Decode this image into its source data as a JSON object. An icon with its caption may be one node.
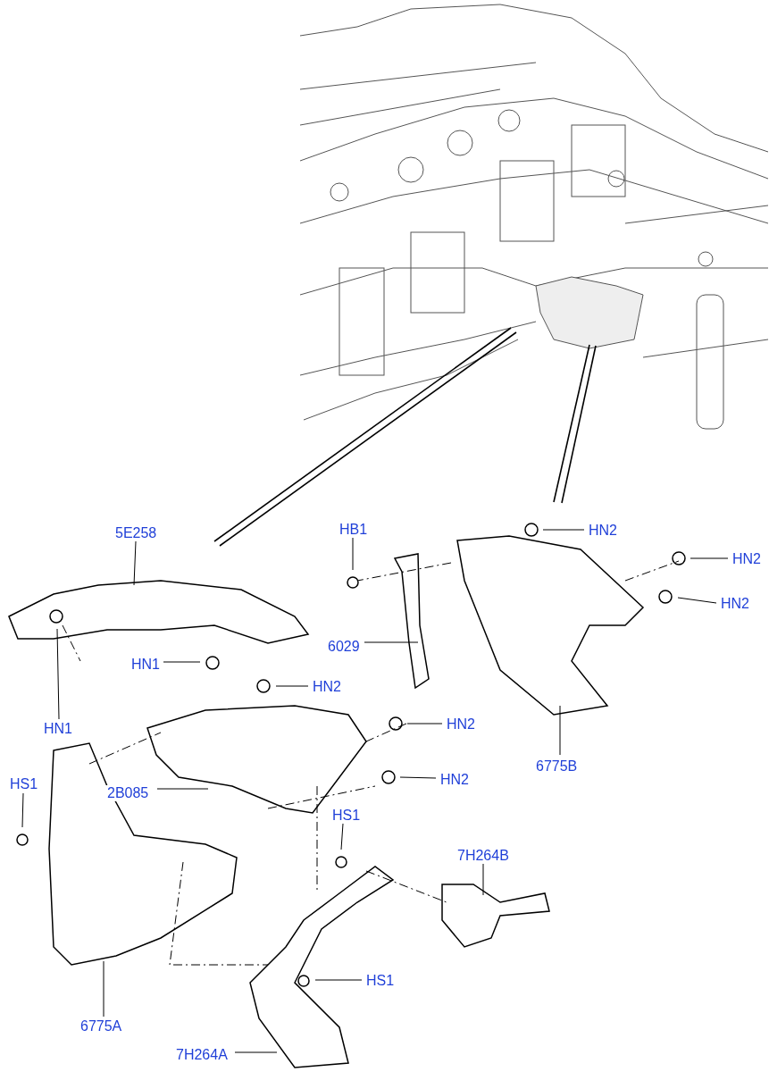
{
  "diagram": {
    "nodes": [
      {
        "text": [
          "5E258"
        ]
      },
      {
        "text": [
          "HB1"
        ]
      },
      {
        "text": [
          "HN2"
        ]
      },
      {
        "text": [
          "HN2"
        ]
      },
      {
        "text": [
          "HN2"
        ]
      },
      {
        "text": [
          "6029"
        ]
      },
      {
        "text": [
          "HN1"
        ]
      },
      {
        "text": [
          "HN1"
        ]
      },
      {
        "text": [
          "HN2"
        ]
      },
      {
        "text": [
          "HN2"
        ]
      },
      {
        "text": [
          "2B085"
        ]
      },
      {
        "text": [
          "HN2"
        ]
      },
      {
        "text": [
          "6775B"
        ]
      },
      {
        "text": [
          "HS1"
        ]
      },
      {
        "text": [
          "HS1"
        ]
      },
      {
        "text": [
          "7H264B"
        ]
      },
      {
        "text": [
          "HS1"
        ]
      },
      {
        "text": [
          "6775A"
        ]
      },
      {
        "text": [
          "7H264A"
        ]
      }
    ],
    "edges": [
      {
        "from": 0,
        "to": null,
        "arrow": "none"
      },
      {
        "from": 1,
        "to": null,
        "arrow": "none"
      },
      {
        "from": 2,
        "to": null,
        "arrow": "none"
      },
      {
        "from": 3,
        "to": null,
        "arrow": "none"
      },
      {
        "from": 4,
        "to": null,
        "arrow": "none"
      },
      {
        "from": 5,
        "to": null,
        "arrow": "none"
      },
      {
        "from": 6,
        "to": null,
        "arrow": "none"
      },
      {
        "from": 7,
        "to": null,
        "arrow": "none"
      },
      {
        "from": 8,
        "to": null,
        "arrow": "none"
      },
      {
        "from": 9,
        "to": null,
        "arrow": "none"
      },
      {
        "from": 10,
        "to": null,
        "arrow": "none"
      },
      {
        "from": 11,
        "to": null,
        "arrow": "none"
      },
      {
        "from": 12,
        "to": null,
        "arrow": "none"
      },
      {
        "from": 13,
        "to": null,
        "arrow": "none"
      },
      {
        "from": 14,
        "to": null,
        "arrow": "none"
      },
      {
        "from": 15,
        "to": null,
        "arrow": "none"
      },
      {
        "from": 16,
        "to": null,
        "arrow": "none"
      },
      {
        "from": 17,
        "to": null,
        "arrow": "none"
      },
      {
        "from": 18,
        "to": null,
        "arrow": "none"
      }
    ]
  }
}
